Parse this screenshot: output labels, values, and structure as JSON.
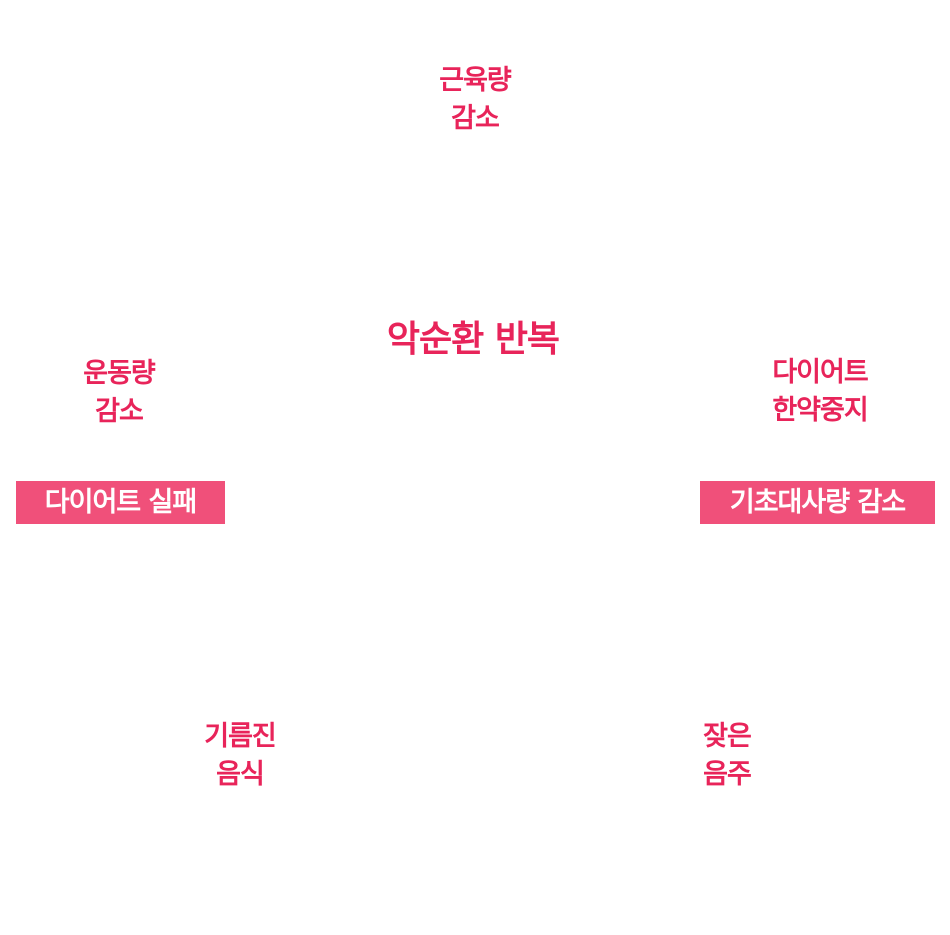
{
  "center": {
    "label": "악순환 반복"
  },
  "nodes": {
    "top": {
      "line1": "근육량",
      "line2": "감소"
    },
    "left": {
      "line1": "운동량",
      "line2": "감소"
    },
    "right": {
      "line1": "다이어트",
      "line2": "한약중지"
    },
    "bottom_left": {
      "line1": "기름진",
      "line2": "음식"
    },
    "bottom_right": {
      "line1": "잦은",
      "line2": "음주"
    }
  },
  "highlights": {
    "left": {
      "label": "다이어트 실패"
    },
    "right": {
      "label": "기초대사량 감소"
    }
  },
  "colors": {
    "text": "#e8245a",
    "box_fill": "#f0507a",
    "box_text": "#ffffff",
    "background": "#ffffff"
  }
}
